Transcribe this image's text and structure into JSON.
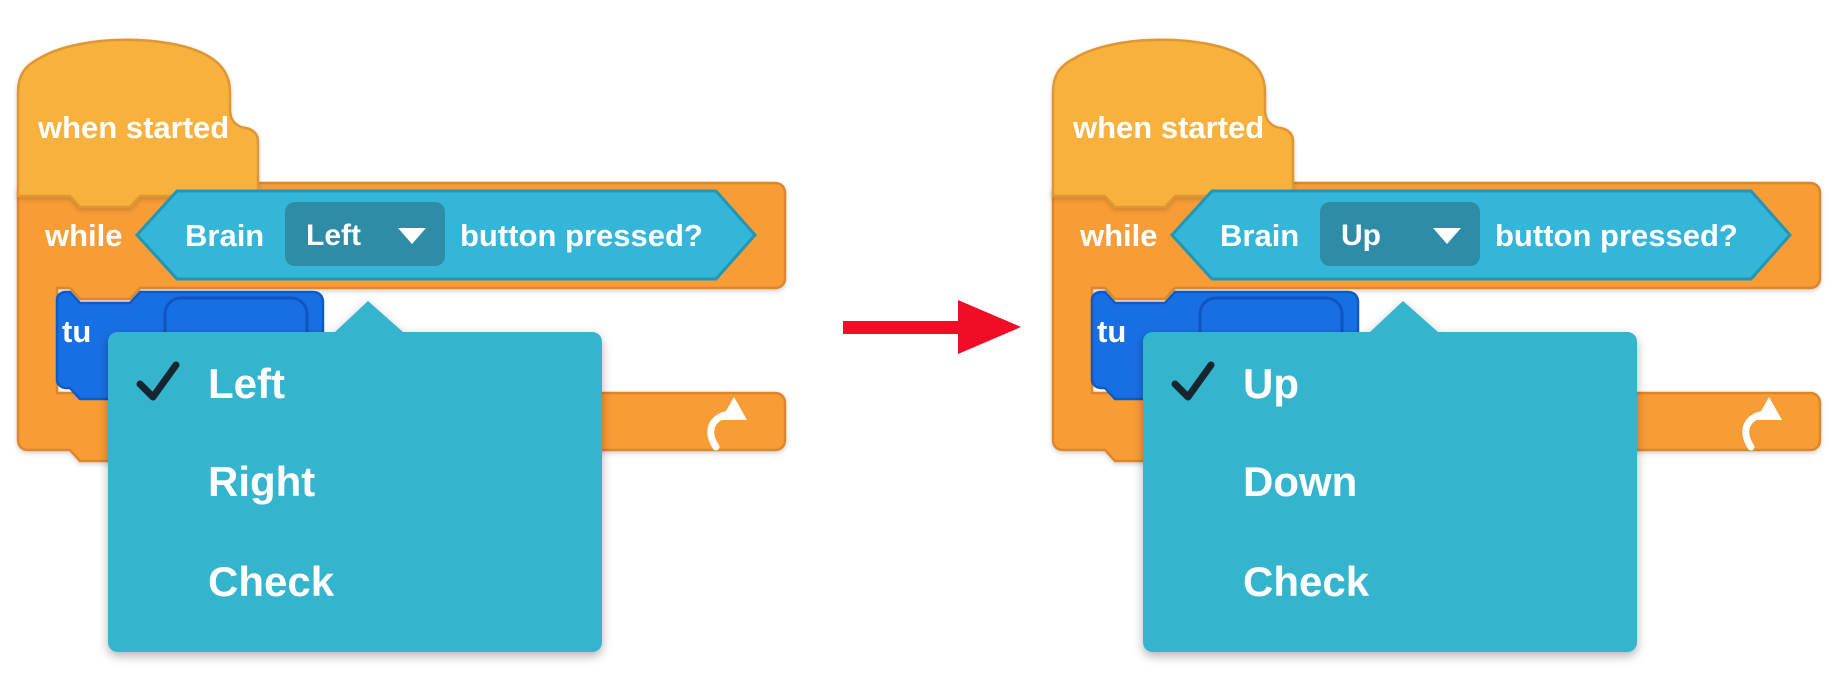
{
  "figure": {
    "description_labels": {
      "hat_label": "when started",
      "while_label": "while",
      "condition_device_label": "Brain",
      "condition_suffix_label": "button pressed?",
      "turn_block_visible_label": "tu"
    }
  },
  "panels": {
    "left": {
      "hat_label": "when started",
      "while_label": "while",
      "condition": {
        "device_label": "Brain",
        "dropdown_value": "Left",
        "suffix_label": "button pressed?"
      },
      "turn_block_visible_label": "tu",
      "menu": {
        "items": [
          {
            "label": "Left",
            "checked": true
          },
          {
            "label": "Right",
            "checked": false
          },
          {
            "label": "Check",
            "checked": false
          }
        ]
      }
    },
    "right": {
      "hat_label": "when started",
      "while_label": "while",
      "condition": {
        "device_label": "Brain",
        "dropdown_value": "Up",
        "suffix_label": "button pressed?"
      },
      "turn_block_visible_label": "tu",
      "menu": {
        "items": [
          {
            "label": "Up",
            "checked": true
          },
          {
            "label": "Down",
            "checked": false
          },
          {
            "label": "Check",
            "checked": false
          }
        ]
      }
    }
  },
  "icons": {
    "caret_down": "▾",
    "checkmark": "✓",
    "loop_arrow": "⟳",
    "transform_arrow": "→"
  },
  "colors": {
    "hat_fill": "#F8B13C",
    "hat_border": "#DE9733",
    "control_fill": "#F89C35",
    "control_border": "#DD862A",
    "sensing_fill": "#33B6D8",
    "sensing_border": "#2395B5",
    "field_fill": "#2E8CA6",
    "menu_fill": "#36B4CE",
    "motion_fill": "#186FE4",
    "motion_border": "#0D5BC4",
    "arrow_red": "#F20D26",
    "check_color": "#17252D",
    "text_white": "#FFFFFF"
  }
}
